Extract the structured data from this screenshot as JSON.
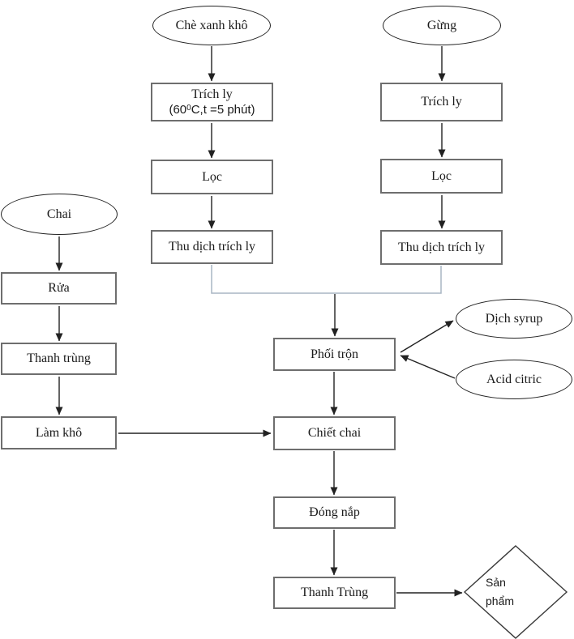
{
  "title": "Quy trình sản xuất flowchart",
  "colors": {
    "background": "#ffffff",
    "text": "#1a1a1a",
    "box_border": "#6e6e6e",
    "shape_border": "#222222",
    "arrow": "#222222",
    "connector_blue": "#a8b5c3",
    "diamond_border": "#3a3a3a"
  },
  "nodes": {
    "che_xanh_kho": "Chè xanh khô",
    "gung": "Gừng",
    "trich_ly_left_line1": "Trích ly",
    "trich_ly_left_sub": {
      "prefix": "(60",
      "sup": "0",
      "suffix": "C,t =5 phút)"
    },
    "trich_ly_right": "Trích ly",
    "loc_left": "Lọc",
    "loc_right": "Lọc",
    "thu_dich_left": "Thu dịch trích ly",
    "thu_dich_right": "Thu dịch trích ly",
    "chai": "Chai",
    "rua": "Rửa",
    "thanh_trung_left": "Thanh trùng",
    "lam_kho": "Làm khô",
    "phoi_tron": "Phối trộn",
    "dich_syrup": "Dịch syrup",
    "acid_citric": "Acid citric",
    "chiet_chai": "Chiết chai",
    "dong_nap": "Đóng nắp",
    "thanh_trung_bottom": "Thanh Trùng",
    "san_pham_line1": "Sản",
    "san_pham_line2": "phẩm"
  }
}
